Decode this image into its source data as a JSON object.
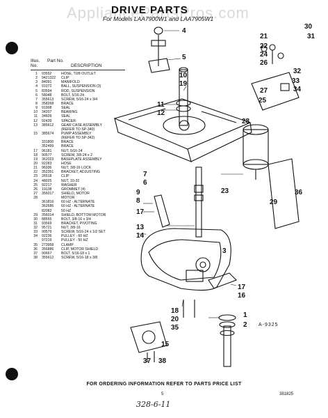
{
  "watermark": "AppliancePartsPros.com",
  "title": "DRIVE PARTS",
  "subtitle": "For Models LAA7900W1 and LAA7905W1",
  "table": {
    "header": {
      "illus_no": "Illus. No.",
      "part_no": "Part No.",
      "description": "DESCRIPTION"
    },
    "rows": [
      {
        "no": "1",
        "part": "93552",
        "desc": "HOSE, TUB OUTLET"
      },
      {
        "no": "2",
        "part": "9421322",
        "desc": "CLIP"
      },
      {
        "no": "3",
        "part": "84091",
        "desc": "MANIFOLD"
      },
      {
        "no": "4",
        "part": "91072",
        "desc": "BALL, SUSPENSION (3)"
      },
      {
        "no": "5",
        "part": "83594",
        "desc": "ROD, SUSPENSION"
      },
      {
        "no": "6",
        "part": "58048",
        "desc": "BOLT, 5/16-24"
      },
      {
        "no": "7",
        "part": "355613",
        "desc": "SCREW, 5/16-24 x 3/4"
      },
      {
        "no": "8",
        "part": "358268",
        "desc": "BRACE"
      },
      {
        "no": "9",
        "part": "91908",
        "desc": "SEAL"
      },
      {
        "no": "10",
        "part": "34207",
        "desc": "BEARING"
      },
      {
        "no": "11",
        "part": "34609",
        "desc": "SEAL"
      },
      {
        "no": "12",
        "part": "92439",
        "desc": "SPACER"
      },
      {
        "no": "13",
        "part": "385612",
        "desc": "GEAR CASE ASSEMBLY"
      },
      {
        "no": "",
        "part": "",
        "desc": "(REFER TO SP-340)"
      },
      {
        "no": "15",
        "part": "385674",
        "desc": "PUMP ASSEMBLY"
      },
      {
        "no": "",
        "part": "",
        "desc": "(REFER TO SP-342)"
      },
      {
        "no": "",
        "part": "331800",
        "desc": "BRACE"
      },
      {
        "no": "",
        "part": "352499",
        "desc": "BRACE"
      },
      {
        "no": "17",
        "part": "96181",
        "desc": "NUT, 5/16-24"
      },
      {
        "no": "18",
        "part": "90577",
        "desc": "SCREW, 3/8-24 x 2"
      },
      {
        "no": "19",
        "part": "362023",
        "desc": "BASEPLATE ASSEMBLY"
      },
      {
        "no": "20",
        "part": "92283",
        "desc": "HOSE"
      },
      {
        "no": "21",
        "part": "96036",
        "desc": "NUT, 3/8-16 LOCK"
      },
      {
        "no": "22",
        "part": "352351",
        "desc": "BRACKET, ADJUSTING"
      },
      {
        "no": "23",
        "part": "26518",
        "desc": "CLIP"
      },
      {
        "no": "24",
        "part": "48025",
        "desc": "NUT, 10-32"
      },
      {
        "no": "25",
        "part": "92217",
        "desc": "WASHER"
      },
      {
        "no": "26",
        "part": "19138",
        "desc": "GROMMET (4)"
      },
      {
        "no": "27",
        "part": "356017",
        "desc": "SHIELD, MOTOR"
      },
      {
        "no": "28",
        "part": "",
        "desc": "MOTOR"
      },
      {
        "no": "",
        "part": "361816",
        "desc": "60 HZ - ALTERNATE"
      },
      {
        "no": "",
        "part": "362686",
        "desc": "60 HZ - ALTERNATE"
      },
      {
        "no": "",
        "part": "82082",
        "desc": "50 HZ"
      },
      {
        "no": "29",
        "part": "356014",
        "desc": "SHIELD, BOTTOM MOTOR"
      },
      {
        "no": "30",
        "part": "88555",
        "desc": "BOLT, 3/8-16 x 3/4"
      },
      {
        "no": "31",
        "part": "93569",
        "desc": "BRACKET, PIVOTING"
      },
      {
        "no": "32",
        "part": "95721",
        "desc": "NUT, 3/8-16"
      },
      {
        "no": "33",
        "part": "90579",
        "desc": "SCREW, 5/16-24 x 1/2 SET"
      },
      {
        "no": "34",
        "part": "92236",
        "desc": "PULLEY - 60 HZ"
      },
      {
        "no": "",
        "part": "97219",
        "desc": "PULLEY - 50 HZ"
      },
      {
        "no": "35",
        "part": "273958",
        "desc": "CLAMP"
      },
      {
        "no": "36",
        "part": "356886",
        "desc": "CLIP, MOTOR SHIELD"
      },
      {
        "no": "37",
        "part": "90667",
        "desc": "BOLT, 5/16-18 x 1"
      },
      {
        "no": "38",
        "part": "355612",
        "desc": "SCREW, 5/16-18 x 3/8"
      }
    ]
  },
  "callouts": [
    "30",
    "31",
    "4",
    "21",
    "22",
    "24",
    "26",
    "5",
    "32",
    "33",
    "34",
    "10",
    "19",
    "27",
    "25",
    "11",
    "12",
    "28",
    "7",
    "6",
    "36",
    "9",
    "8",
    "23",
    "29",
    "17",
    "3",
    "13",
    "14",
    "17",
    "16",
    "18",
    "20",
    "35",
    "1",
    "2",
    "15",
    "37",
    "38"
  ],
  "figure_code": "A-9325",
  "footer": "FOR ORDERING INFORMATION REFER TO PARTS PRICE LIST",
  "page_number": "5",
  "doc_number": "381825",
  "handwritten_note": "328-6-11"
}
